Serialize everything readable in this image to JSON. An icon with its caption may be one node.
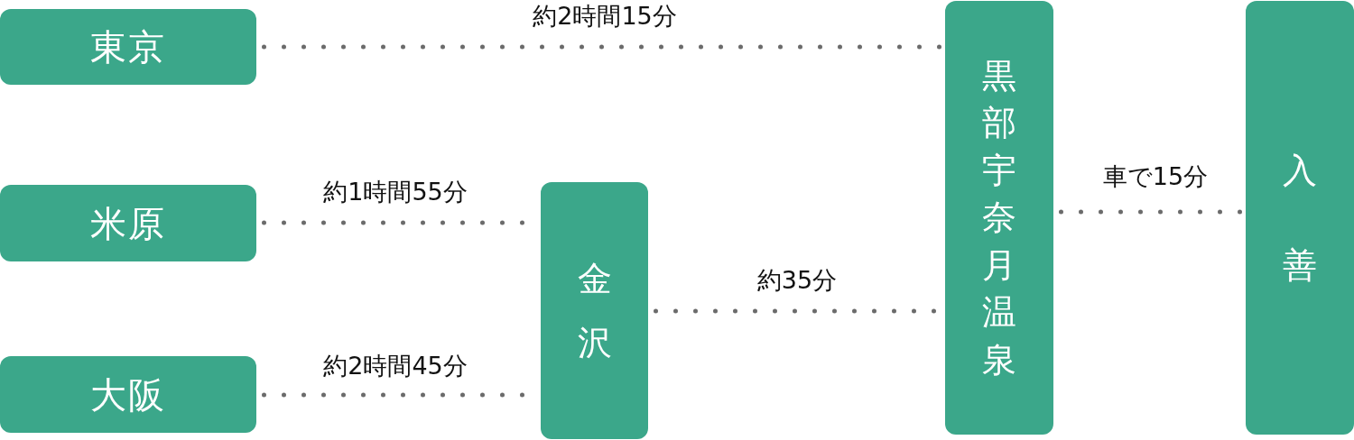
{
  "diagram": {
    "nodes": [
      {
        "text": [
          "東京"
        ]
      },
      {
        "text": [
          "米原"
        ]
      },
      {
        "text": [
          "大阪"
        ]
      },
      {
        "text": [
          "金沢"
        ]
      },
      {
        "text": [
          "黒部宇奈月温泉"
        ]
      },
      {
        "text": [
          "入善"
        ]
      }
    ],
    "edges": [
      {
        "from": 0,
        "to": 4,
        "arrow": "none",
        "label": "約2時間15分"
      },
      {
        "from": 1,
        "to": 3,
        "arrow": "none",
        "label": "約1時間55分"
      },
      {
        "from": 2,
        "to": 3,
        "arrow": "none",
        "label": "約2時間45分"
      },
      {
        "from": 3,
        "to": 4,
        "arrow": "none",
        "label": "約35分"
      },
      {
        "from": 4,
        "to": 5,
        "arrow": "none",
        "label": "車で15分"
      }
    ]
  }
}
